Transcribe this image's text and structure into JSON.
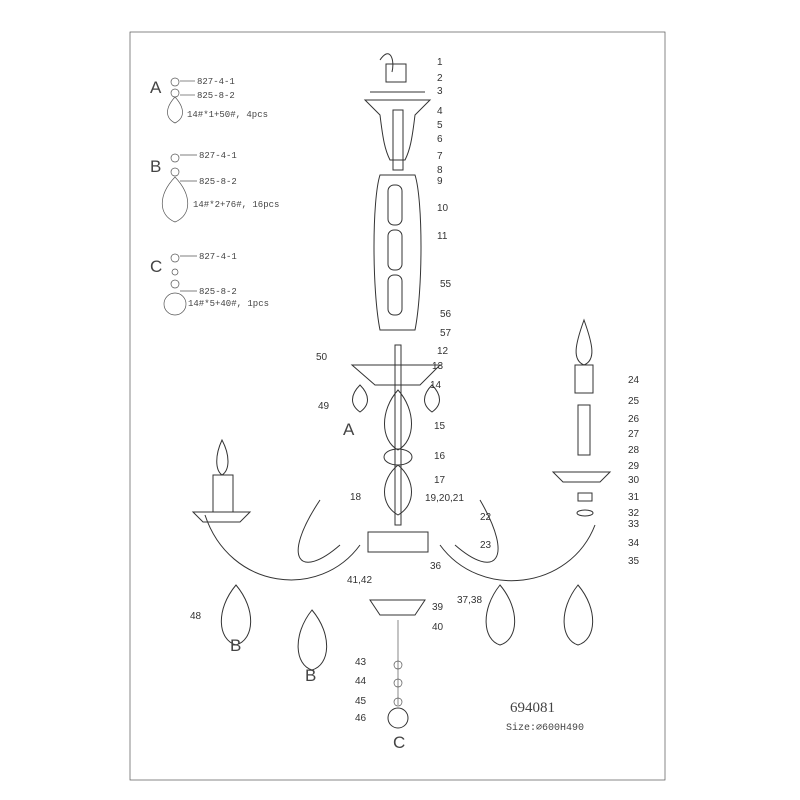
{
  "legend": {
    "A": {
      "letter": "A",
      "part1": "827-4-1",
      "part2": "825-8-2",
      "spec": "14#*1+50#, 4pcs"
    },
    "B": {
      "letter": "B",
      "part1": "827-4-1",
      "part2": "825-8-2",
      "spec": "14#*2+76#, 16pcs"
    },
    "C": {
      "letter": "C",
      "part1": "827-4-1",
      "part2": "825-8-2",
      "spec": "14#*5+40#, 1pcs"
    }
  },
  "callouts": [
    "1",
    "2",
    "3",
    "4",
    "5",
    "6",
    "7",
    "8",
    "9",
    "10",
    "11",
    "55",
    "56",
    "57",
    "12",
    "13",
    "14",
    "15",
    "16",
    "17",
    "18",
    "19,20,21",
    "22",
    "23",
    "36",
    "41,42",
    "37,38",
    "39",
    "40",
    "43",
    "44",
    "45",
    "46",
    "50",
    "49",
    "48",
    "24",
    "25",
    "26",
    "27",
    "28",
    "29",
    "30",
    "31",
    "32",
    "33",
    "34",
    "35"
  ],
  "drop_letters": [
    "A",
    "B",
    "B",
    "C"
  ],
  "model": "694081",
  "size": "Size:⌀600H490"
}
